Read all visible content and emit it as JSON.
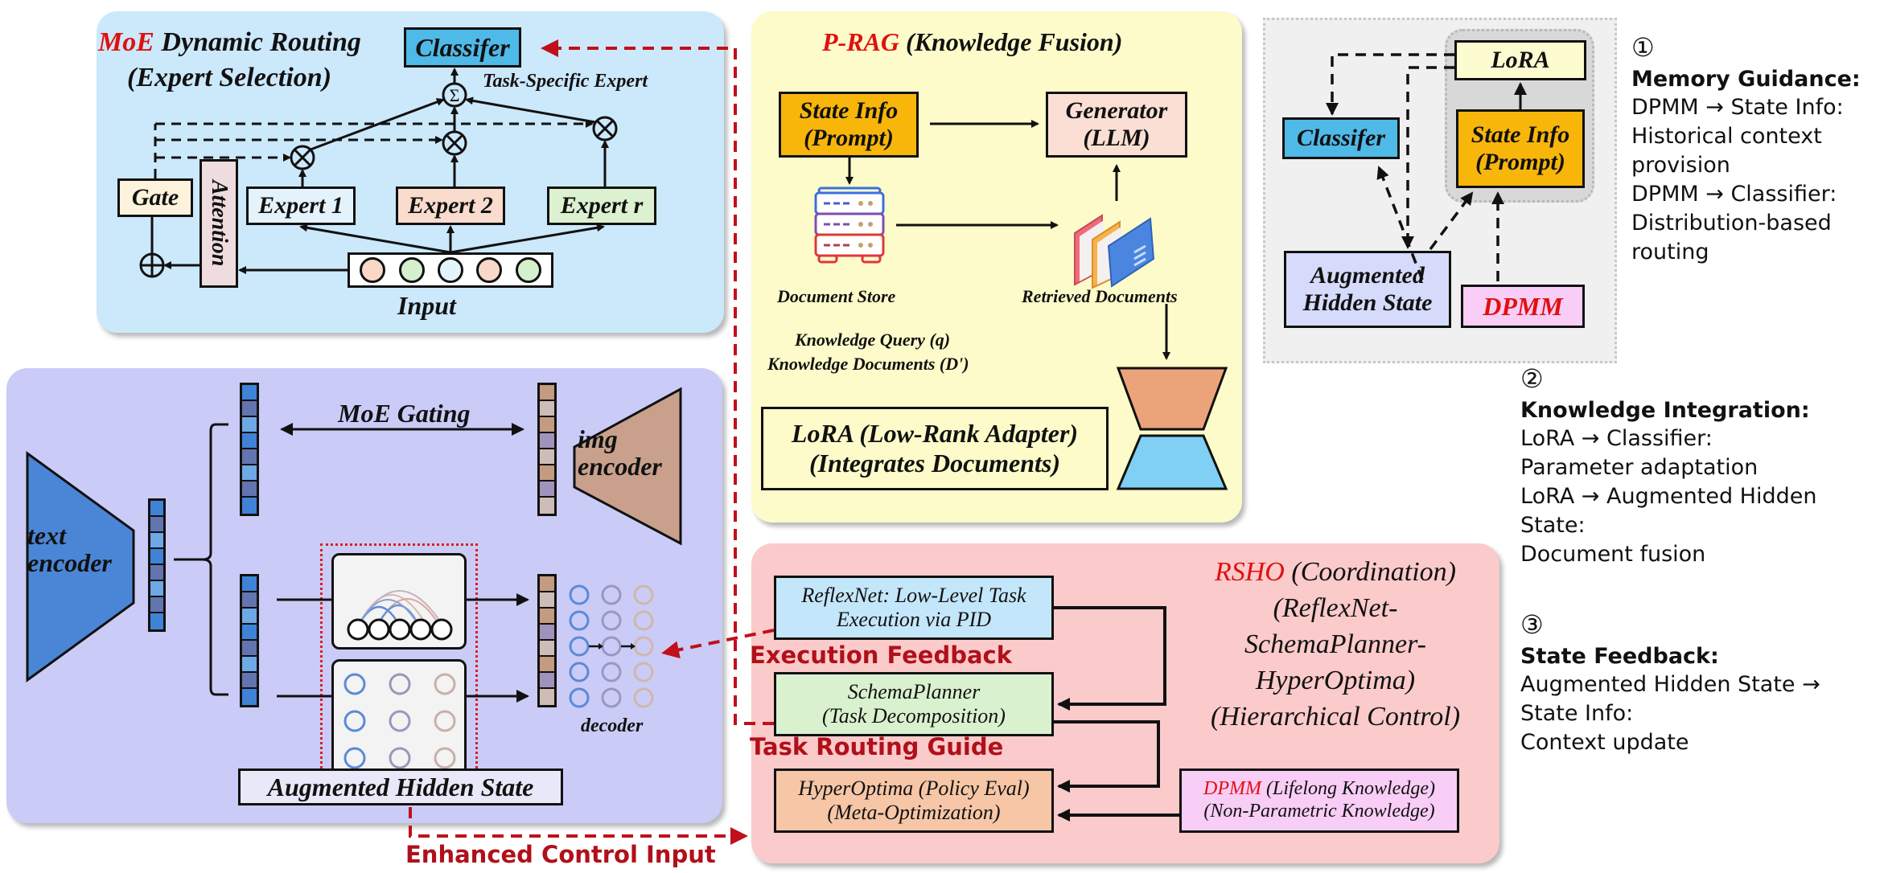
{
  "moe_panel": {
    "title_highlight": "MoE",
    "title_rest": " Dynamic Routing",
    "subtitle": "(Expert Selection)",
    "classifier": "Classifer",
    "task_specific_label": "Task-Specific Expert",
    "gate": "Gate",
    "attention": "Attention",
    "experts": [
      "Expert 1",
      "Expert 2",
      "Expert r"
    ],
    "input_label": "Input",
    "sum_symbol": "Σ",
    "mult_symbol": "⊗",
    "add_symbol": "⊕",
    "colors": {
      "background": "#cce8fb",
      "classifier": "#4fb9e8",
      "gate": "#fdf3dc",
      "attention": "#eedcde",
      "expert_1": "#e4f3fb",
      "expert_2": "#f9dccd",
      "expert_r": "#dbf1cf"
    },
    "input_circle_colors": [
      "#f9d8c8",
      "#d4f0cc",
      "#e4f4fb",
      "#f9d8c8",
      "#d4f0cc"
    ]
  },
  "prag_panel": {
    "title_highlight": "P-RAG",
    "title_rest": " (Knowledge Fusion)",
    "state_info": [
      "State Info",
      "(Prompt)"
    ],
    "generator": [
      "Generator",
      "(LLM)"
    ],
    "document_store_label": "Document Store",
    "retrieved_documents_label": "Retrieved Documents",
    "knowledge_query": "Knowledge Query (q)",
    "knowledge_documents": "Knowledge Documents (D')",
    "lora_box": [
      "LoRA (Low-Rank Adapter)",
      "(Integrates Documents)"
    ],
    "colors": {
      "background": "#fdfbc9",
      "state_info": "#f8b60b",
      "generator": "#fbdfd4",
      "hourglass_top": "#eba37a",
      "hourglass_bottom": "#7fd0f4"
    }
  },
  "memory_panel": {
    "lora": "LoRA",
    "classifier": "Classifer",
    "state_info": [
      "State Info",
      "(Prompt)"
    ],
    "augmented_hidden_state": [
      "Augmented",
      "Hidden State"
    ],
    "dpmm": "DPMM",
    "colors": {
      "background": "#f0f0f0",
      "inner": "#d8d8d8",
      "lora": "#fdfbd0",
      "classifier": "#4fb9e8",
      "state_info": "#f8b60b",
      "augmented": "#d6dbfb",
      "dpmm": "#f8cdf6"
    }
  },
  "legend": {
    "items": [
      {
        "number": "①",
        "heading": "Memory Guidance:",
        "lines": [
          "DPMM → State Info:",
          "Historical context",
          "provision",
          "DPMM → Classifier:",
          "Distribution-based",
          "routing"
        ]
      },
      {
        "number": "②",
        "heading": "Knowledge Integration:",
        "lines": [
          "LoRA → Classifier:",
          "Parameter adaptation",
          "LoRA → Augmented Hidden",
          "State:",
          "Document fusion"
        ]
      },
      {
        "number": "③",
        "heading": "State Feedback:",
        "lines": [
          "Augmented Hidden State →",
          "State Info:",
          "Context update"
        ]
      }
    ]
  },
  "encoder_panel": {
    "text_encoder": [
      "text",
      "encoder"
    ],
    "img_encoder": [
      "img",
      "encoder"
    ],
    "moe_gating": "MoE Gating",
    "decoder": "decoder",
    "augmented_hidden_state": "Augmented Hidden State",
    "colors": {
      "background": "#cbcbf8",
      "text_encoder": "#4b86d6",
      "img_encoder": "#c8a08c"
    },
    "text_vector_colors": [
      "#3f83d6",
      "#6275b0",
      "#6ea8e6",
      "#3f83d6",
      "#6275b0",
      "#6ea8e6",
      "#6275b0",
      "#3f83d6"
    ],
    "img_vector_colors": [
      "#c49a80",
      "#cfbcb6",
      "#c49a80",
      "#9f93bd",
      "#cfbcb6",
      "#c49a80",
      "#9f93bd",
      "#cfbcb6"
    ]
  },
  "rsho_panel": {
    "title_highlight": "RSHO",
    "title_lines": [
      " (Coordination)",
      "(ReflexNet-",
      "SchemaPlanner-",
      "HyperOptima)",
      "(Hierarchical Control)"
    ],
    "reflexnet": [
      "ReflexNet: Low-Level Task",
      "Execution via PID"
    ],
    "schemaplanner": [
      "SchemaPlanner",
      "(Task Decomposition)"
    ],
    "hyperoptima": [
      "HyperOptima (Policy Eval)",
      "(Meta-Optimization)"
    ],
    "dpmm_highlight": "DPMM",
    "dpmm_lines": [
      " (Lifelong Knowledge)",
      "(Non-Parametric Knowledge)"
    ],
    "colors": {
      "background": "#fbcaca",
      "reflexnet": "#c4e6fa",
      "schemaplanner": "#daf1cf",
      "hyperoptima": "#f6c6a6",
      "dpmm": "#f8cdf6"
    }
  },
  "connector_labels": {
    "execution_feedback": "Execution Feedback",
    "task_routing_guide": "Task Routing Guide",
    "enhanced_control_input": "Enhanced Control Input"
  }
}
